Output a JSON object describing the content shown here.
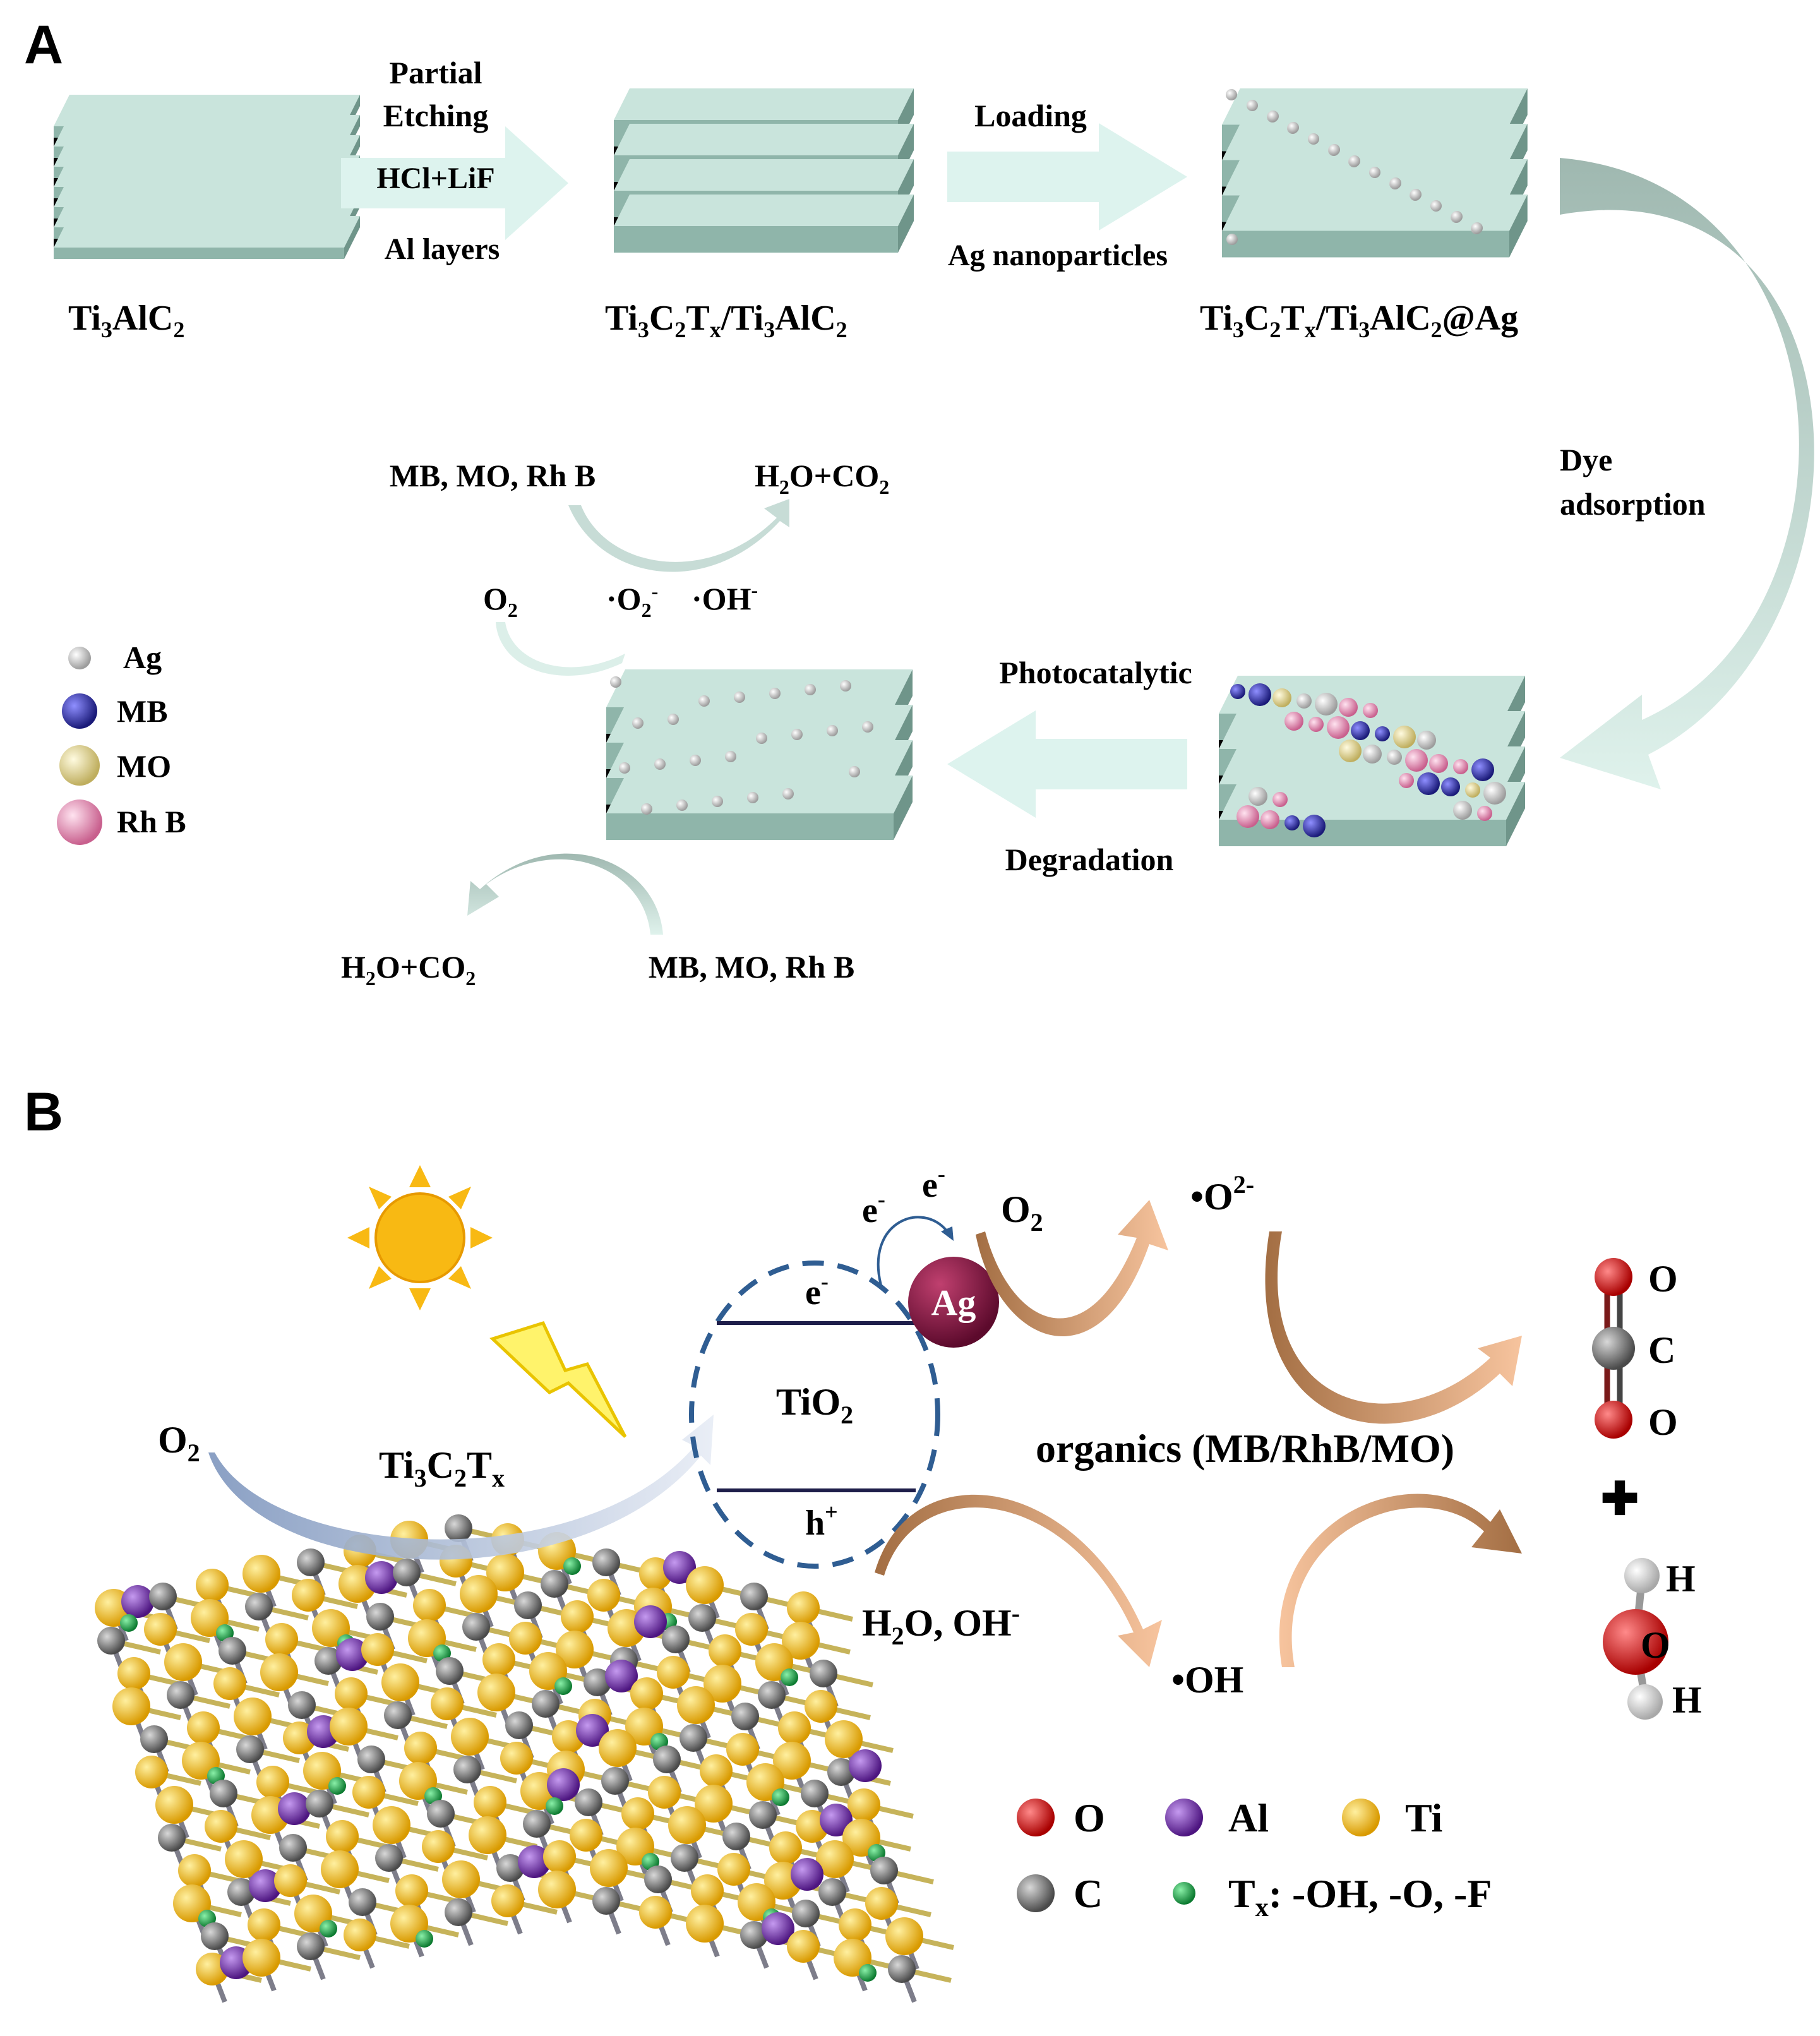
{
  "panel_a": {
    "letter": "A",
    "materials": {
      "ti3alc2": {
        "main": "Ti",
        "s1": "3",
        "m2": "AlC",
        "s2": "2"
      },
      "mxene_mid": {
        "p1": "Ti",
        "s1": "3",
        "p2": "C",
        "s2": "2",
        "p3": "T",
        "s3": "x",
        "p4": "/Ti",
        "s4": "3",
        "p5": "AlC",
        "s5": "2"
      },
      "mxene_ag": {
        "p1": "Ti",
        "s1": "3",
        "p2": "C",
        "s2": "2",
        "p3": "T",
        "s3": "x",
        "p4": "/Ti",
        "s4": "3",
        "p5": "AlC",
        "s5": "2",
        "p6": "@Ag"
      }
    },
    "arrow1": {
      "line1": "Partial",
      "line2": "Etching",
      "line3": "HCl+LiF",
      "line4": "Al layers"
    },
    "arrow2": {
      "top": "Loading",
      "bottom": "Ag nanoparticles"
    },
    "arrow3": {
      "line1": "Dye",
      "line2": "adsorption"
    },
    "arrow4": {
      "top": "Photocatalytic",
      "bottom": "Degradation"
    },
    "upper_cycle": {
      "reactants": "MB, MO, Rh B",
      "products": {
        "p1": "H",
        "s1": "2",
        "p2": "O+CO",
        "s2": "2"
      },
      "o2": {
        "p1": "O",
        "s1": "2"
      },
      "superoxide": {
        "p1": "·O",
        "s1": "2",
        "sup": "-"
      },
      "hydroxyl": {
        "p1": "·OH",
        "sup": "-"
      }
    },
    "lower_cycle": {
      "reactants": "MB, MO, Rh B",
      "products": {
        "p1": "H",
        "s1": "2",
        "p2": "O+CO",
        "s2": "2"
      }
    },
    "legend": [
      {
        "label": "Ag",
        "color": "#e6e6e6"
      },
      {
        "label": "MB",
        "color": "#3a3aa8"
      },
      {
        "label": "MO",
        "color": "#ece3a6"
      },
      {
        "label": "Rh B",
        "color": "#f2a7c8"
      }
    ]
  },
  "panel_b": {
    "letter": "B",
    "mxene_label": {
      "p1": "Ti",
      "s1": "3",
      "p2": "C",
      "s2": "2",
      "p3": "T",
      "s3": "x"
    },
    "o2_left": {
      "p1": "O",
      "s1": "2"
    },
    "tio2": {
      "p1": "TiO",
      "s1": "2"
    },
    "ag": "Ag",
    "electron_labels": [
      {
        "p1": "e",
        "sup": "-"
      },
      {
        "p1": "e",
        "sup": "-"
      },
      {
        "p1": "e",
        "sup": "-"
      }
    ],
    "hole": {
      "p1": "h",
      "sup": "+"
    },
    "o2_right": {
      "p1": "O",
      "s1": "2"
    },
    "superoxide": {
      "p1": "•O",
      "sup": "2-"
    },
    "water": {
      "p1": "H",
      "s1": "2",
      "p2": "O, OH",
      "sup": "-"
    },
    "hydroxyl": "•OH",
    "organics": "organics (MB/RhB/MO)",
    "co2_atoms": [
      "O",
      "C",
      "O"
    ],
    "plus": "✚",
    "h2o_atoms": [
      "H",
      "O",
      "H"
    ],
    "legend": [
      {
        "label": "O",
        "color": "#d40d0d"
      },
      {
        "label": "Al",
        "color": "#7a2fb0"
      },
      {
        "label": "Ti",
        "color": "#f2b90c"
      },
      {
        "label": "C",
        "color": "#8a8a8a"
      },
      {
        "p1": "T",
        "s1": "x",
        "p2": ": -OH, -O, -F",
        "color": "#19b04a"
      }
    ]
  }
}
